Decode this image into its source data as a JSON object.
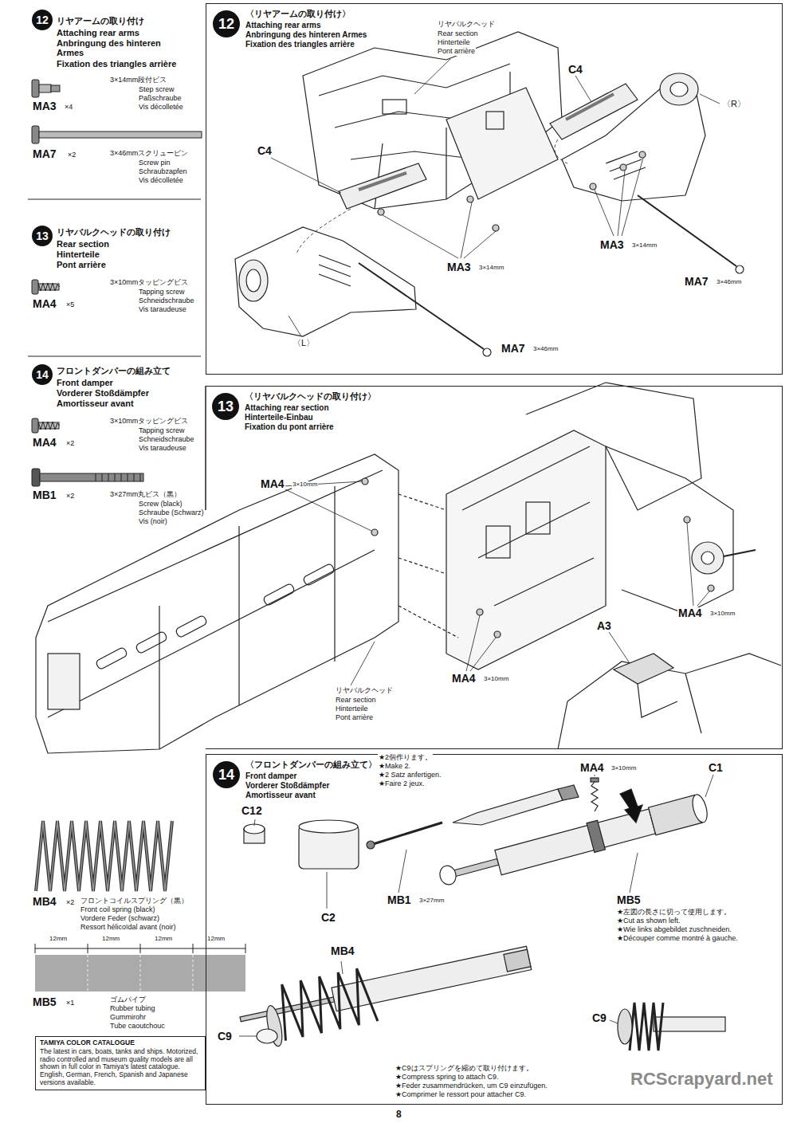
{
  "diagram": {
    "nodes": [
      {
        "text": [
          "12"
        ]
      },
      {
        "text": [
          "13"
        ]
      },
      {
        "text": [
          "14"
        ]
      },
      {
        "text": [
          "TAMIYA COLOR CATALOGUE",
          "The latest in cars, boats, tanks and ships. Motorized, radio controlled and museum quality models are all shown in full color in Tamiya's latest catalogue. English, German, French, Spanish and Japanese versions available."
        ]
      },
      {
        "text": [
          "〈リヤアームの取り付け〉",
          "Attaching rear arms",
          "Anbringung des hinteren Armes",
          "Fixation des triangles arrière"
        ]
      },
      {
        "text": [
          "12"
        ],
        "in": 4
      },
      {
        "text": [
          "〈リヤバルクヘッドの取り付け〉",
          "Attaching rear section",
          "Hinterteile-Einbau",
          "Fixation du pont arrière"
        ]
      },
      {
        "text": [
          "13"
        ],
        "in": 6
      },
      {
        "text": [
          "〈フロントダンパーの組み立て〉",
          "Front damper",
          "Vorderer Stoßdämpfer",
          "Amortisseur avant"
        ]
      },
      {
        "text": [
          "14"
        ],
        "in": 8
      }
    ],
    "labels": [
      "リヤアームの取り付け",
      "Attaching rear arms",
      "Anbringung des hinteren Armes",
      "Fixation des triangles arrière",
      "3×14mm段付ビス",
      "Step screw",
      "Paßschraube",
      "Vis décolletée",
      "MA3",
      "×4",
      "MA7",
      "×2",
      "3×46mmスクリューピン",
      "Screw pin",
      "Schraubzapfen",
      "Vis décolletée",
      "リヤバルクヘッドの取り付け",
      "Rear section",
      "Hinterteile",
      "Pont arrière",
      "3×10mmタッピングビス",
      "Tapping screw",
      "Schneidschraube",
      "Vis taraudeuse",
      "MA4",
      "×5",
      "フロントダンパーの組み立て",
      "Front damper",
      "Vorderer Stoßdämpfer",
      "Amortisseur avant",
      "3×10mmタッピングビス",
      "Tapping screw",
      "Schneidschraube",
      "Vis taraudeuse",
      "MA4",
      "×2",
      "3×27mm丸ビス（黒）",
      "Screw (black)",
      "Schraube (Schwarz)",
      "Vis (noir)",
      "MB1",
      "×2",
      "MB4",
      "×2",
      "フロントコイルスプリング（黒）",
      "Front coil spring (black)",
      "Vordere Feder (schwarz)",
      "Ressort hélicoïdal avant (noir)",
      "12mm",
      "12mm",
      "12mm",
      "12mm",
      "MB5",
      "×1",
      "ゴムパイプ",
      "Rubber tubing",
      "Gummirohr",
      "Tube caoutchouc",
      "リヤバルクヘッド",
      "Rear section",
      "Hinterteile",
      "Pont arrière",
      "C4",
      "C4",
      "〈R〉",
      "〈L〉",
      "MA3",
      "3×14mm",
      "MA3",
      "3×14mm",
      "MA7",
      "3×46mm",
      "MA7",
      "3×46mm",
      "MA4",
      "3×10mm",
      "MA4",
      "3×10mm",
      "A3",
      "MA4",
      "3×10mm",
      "リヤバルクヘッド",
      "Rear section",
      "Hinterteile",
      "Pont arrière",
      "★2個作ります。",
      "★Make 2.",
      "★2 Satz anfertigen.",
      "★Faire 2 jeux.",
      "MA4",
      "3×10mm",
      "C1",
      "C12",
      "C2",
      "MB1",
      "3×27mm",
      "MB5",
      "★左図の長さに切って使用します。",
      "★Cut as shown left.",
      "★Wie links abgebildet zuschneiden.",
      "★Découper comme montré à gauche.",
      "MB4",
      "C9",
      "C9",
      "★C9はスプリングを縮めて取り付けます。",
      "★Compress spring to attach C9.",
      "★Feder zusammendrücken, um C9 einzufügen.",
      "★Comprimer le ressort pour attacher C9.",
      "8",
      "RCScrapyard.net"
    ]
  }
}
